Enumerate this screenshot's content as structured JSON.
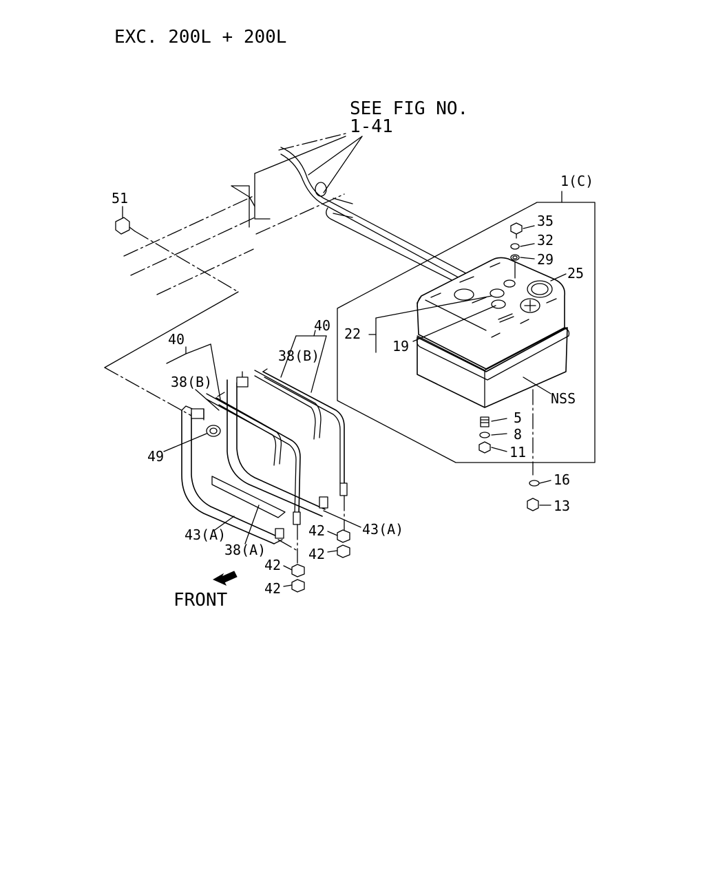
{
  "header": {
    "title": "EXC. 200L + 200L"
  },
  "reference": {
    "line1": "SEE FIG NO.",
    "line2": "1-41"
  },
  "direction": {
    "front": "FRONT"
  },
  "callouts": {
    "c51": "51",
    "c1c": "1(C)",
    "c35": "35",
    "c32": "32",
    "c29": "29",
    "c25": "25",
    "c22": "22",
    "c19": "19",
    "c40a": "40",
    "c40b": "40",
    "c38ba": "38(B)",
    "c38bb": "38(B)",
    "c49": "49",
    "cnss": "NSS",
    "c5": "5",
    "c8": "8",
    "c11": "11",
    "c16": "16",
    "c13": "13",
    "c43a1": "43(A)",
    "c43a2": "43(A)",
    "c38a": "38(A)",
    "c42a": "42",
    "c42b": "42",
    "c42c": "42",
    "c42d": "42"
  }
}
